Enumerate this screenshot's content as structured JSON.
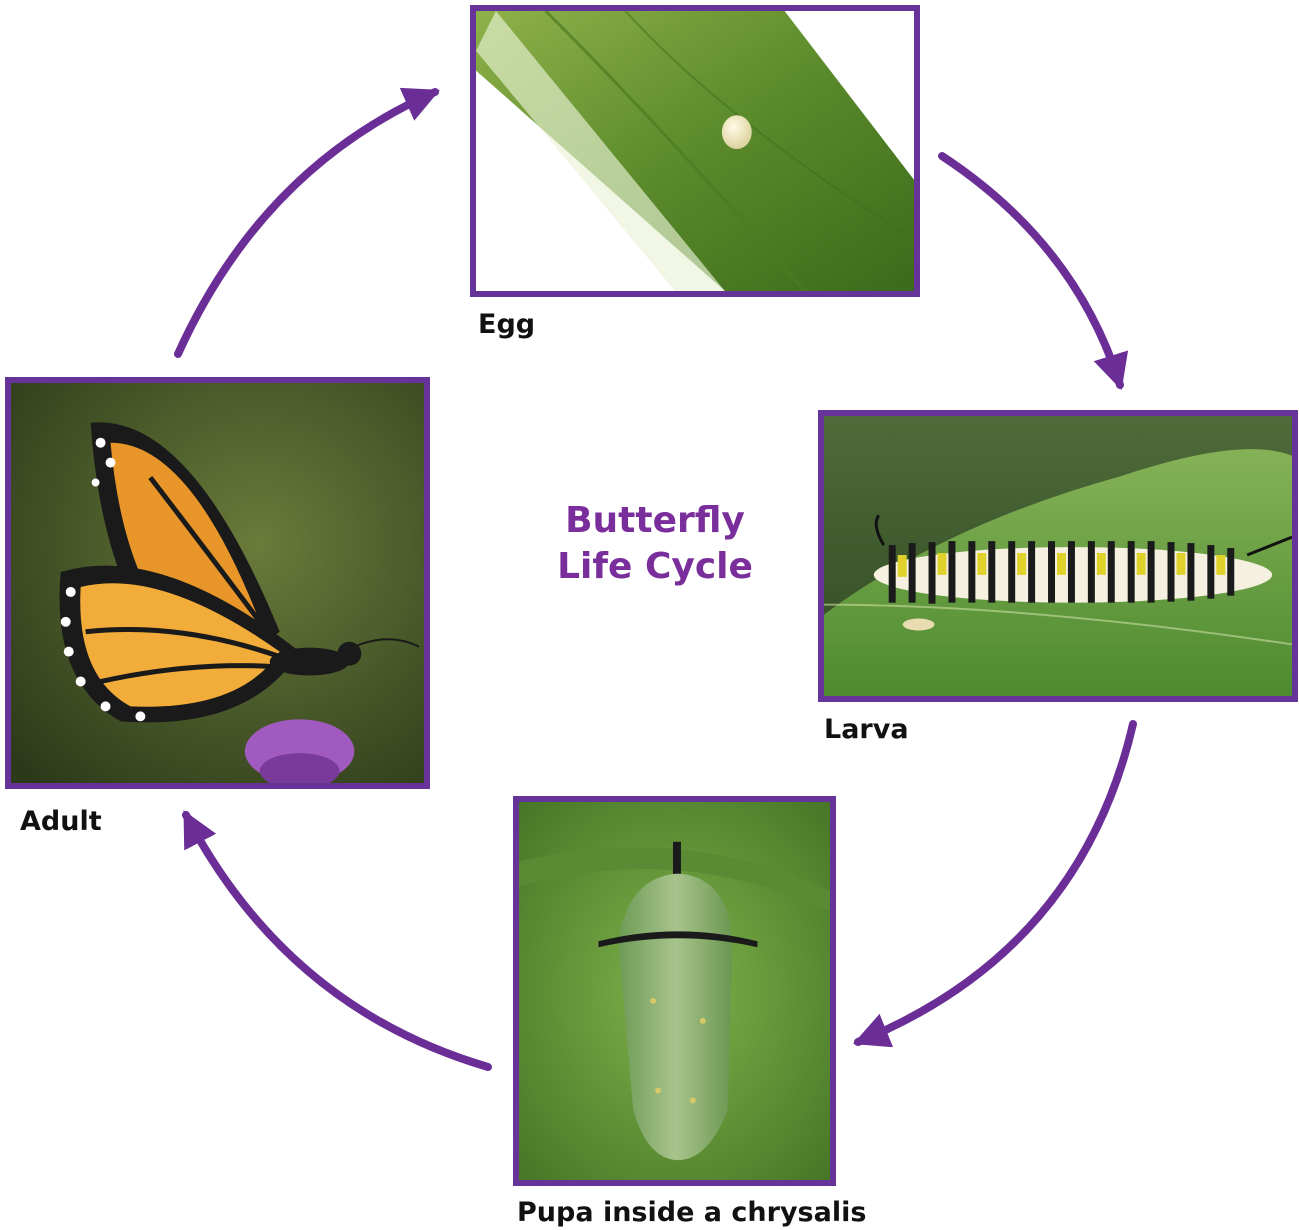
{
  "title": {
    "line1": "Butterfly",
    "line2": "Life Cycle"
  },
  "stages": {
    "egg": {
      "label": "Egg"
    },
    "larva": {
      "label": "Larva"
    },
    "pupa": {
      "label": "Pupa inside a chrysalis"
    },
    "adult": {
      "label": "Adult"
    }
  },
  "colors": {
    "frame": "#663399",
    "arrow": "#6a2e96",
    "title": "#7a2e9c",
    "label": "#111111"
  },
  "icons": {
    "arrows": "curved-arrow-icon"
  }
}
